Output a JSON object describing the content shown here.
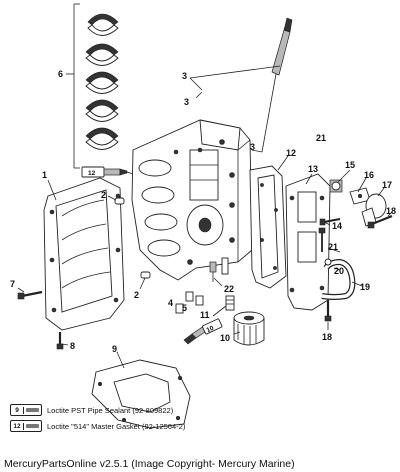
{
  "callouts": [
    "1",
    "2",
    "3",
    "4",
    "5",
    "6",
    "7",
    "8",
    "9",
    "10",
    "11",
    "12",
    "13",
    "14",
    "15",
    "16",
    "17",
    "18",
    "19",
    "20",
    "21",
    "22"
  ],
  "inline_tags": [
    "12",
    "10",
    "9"
  ],
  "legend": [
    {
      "code": "9",
      "text": "Loctite PST Pipe Sealant (92-809822)"
    },
    {
      "code": "12",
      "text": "Loctite \"514\" Master Gasket (92-12564-2)"
    }
  ],
  "footer": "MercuryPartsOnline v2.5.1 (Image Copyright- Mercury Marine)"
}
